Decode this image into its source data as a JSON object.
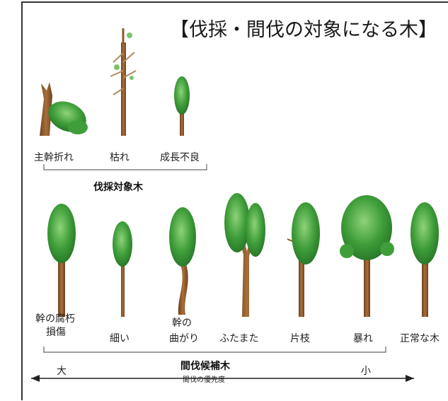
{
  "title": "【伐採・間伐の対象になる木】",
  "cutting_group": {
    "label": "伐採対象木",
    "trees": [
      {
        "label": "主幹折れ"
      },
      {
        "label": "枯れ"
      },
      {
        "label": "成長不良"
      }
    ]
  },
  "thinning_group": {
    "label": "間伐候補木",
    "trees": [
      {
        "label_line1": "幹の腐朽",
        "label_line2": "損傷"
      },
      {
        "label_line1": "",
        "label_line2": "細い"
      },
      {
        "label_line1": "幹の",
        "label_line2": "曲がり"
      },
      {
        "label_line1": "",
        "label_line2": "ふたまた"
      },
      {
        "label_line1": "",
        "label_line2": "片枝"
      },
      {
        "label_line1": "",
        "label_line2": "暴れ"
      },
      {
        "label_line1": "",
        "label_line2": "正常な木"
      }
    ]
  },
  "priority_axis": {
    "high_label": "大",
    "caption": "間伐の優先度",
    "low_label": "小"
  },
  "colors": {
    "foliage": "#3f9e3a",
    "foliage_light": "#7cc46b",
    "trunk": "#8b5a2b",
    "dead": "#b28a5e"
  }
}
